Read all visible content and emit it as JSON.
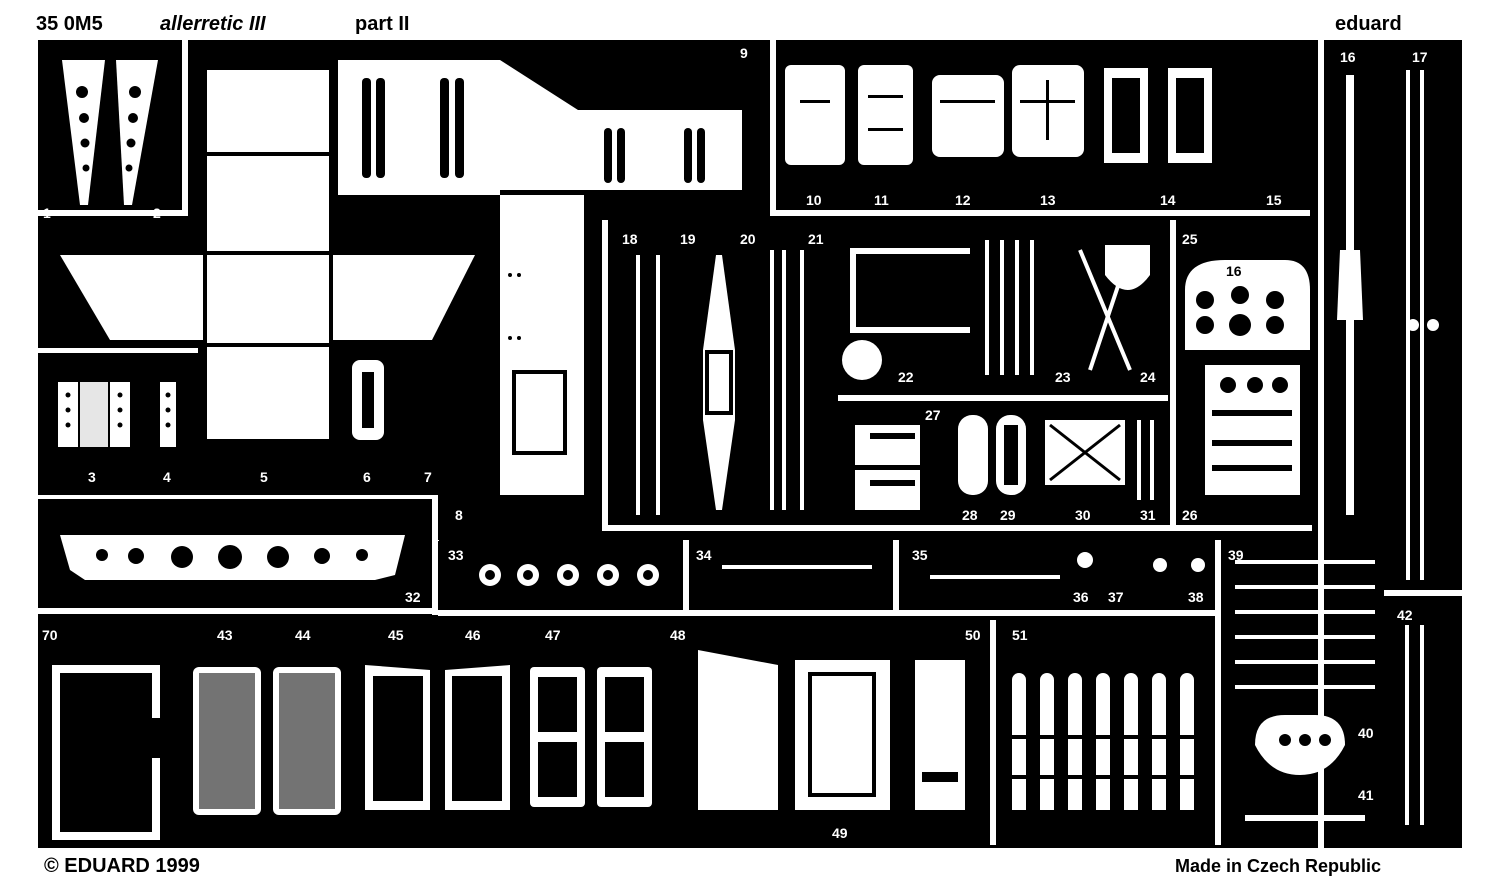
{
  "fret": {
    "header_code": "35 0M5",
    "header_title": "allerretic III",
    "header_part": "part II",
    "brand": "eduard",
    "copyright": "© EDUARD 1999",
    "made_in": "Made in Czech Republic"
  },
  "part_numbers": {
    "p1": "1",
    "p2": "2",
    "p3": "3",
    "p4": "4",
    "p5": "5",
    "p6": "6",
    "p7": "7",
    "p8": "8",
    "p9": "9",
    "p10": "10",
    "p11": "11",
    "p12": "12",
    "p13": "13",
    "p14": "14",
    "p15": "15",
    "p16": "16",
    "p17": "17",
    "p18": "18",
    "p19": "19",
    "p20": "20",
    "p21": "21",
    "p22": "22",
    "p23": "23",
    "p24": "24",
    "p25": "25",
    "p26": "26",
    "p27": "27",
    "p28": "28",
    "p29": "29",
    "p30": "30",
    "p31": "31",
    "p32": "32",
    "p33": "33",
    "p34": "34",
    "p35": "35",
    "p36": "36",
    "p37": "37",
    "p38": "38",
    "p39": "39",
    "p40": "40",
    "p41": "41",
    "p42": "42",
    "p43": "43",
    "p44": "44",
    "p45": "45",
    "p46": "46",
    "p47": "47",
    "p48": "48",
    "p49": "49",
    "p50": "50",
    "p51": "51",
    "p70": "70",
    "p16b": "16"
  }
}
